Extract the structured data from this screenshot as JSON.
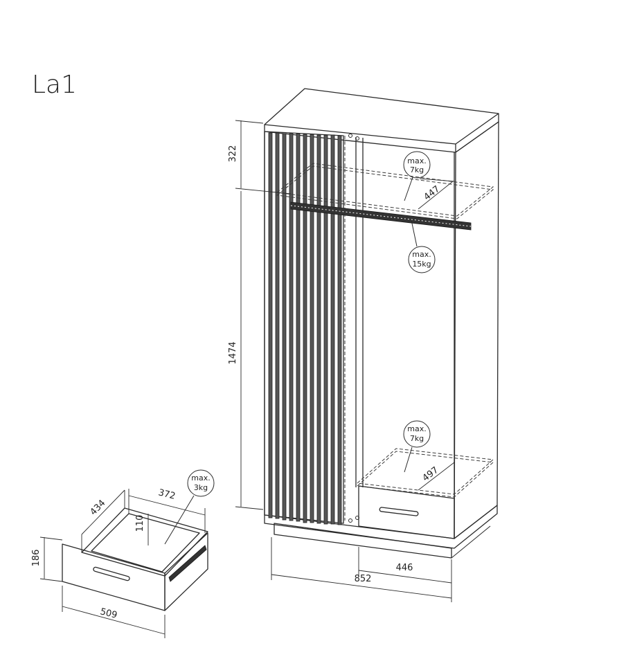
{
  "title": "La1",
  "dimensions": {
    "top_height": "322",
    "body_height": "1474",
    "top_shelf_depth": "447",
    "bottom_shelf_depth": "497",
    "compartment_width": "446",
    "total_width": "852",
    "drawer_depth": "434",
    "drawer_inner_width": "372",
    "drawer_inner_height": "110",
    "drawer_height": "186",
    "drawer_width": "509"
  },
  "load_labels": {
    "top_shelf": [
      "max.",
      "7kg"
    ],
    "rail": [
      "max.",
      "15kg"
    ],
    "bottom_shelf": [
      "max.",
      "7kg"
    ],
    "drawer": [
      "max.",
      "3kg"
    ]
  }
}
